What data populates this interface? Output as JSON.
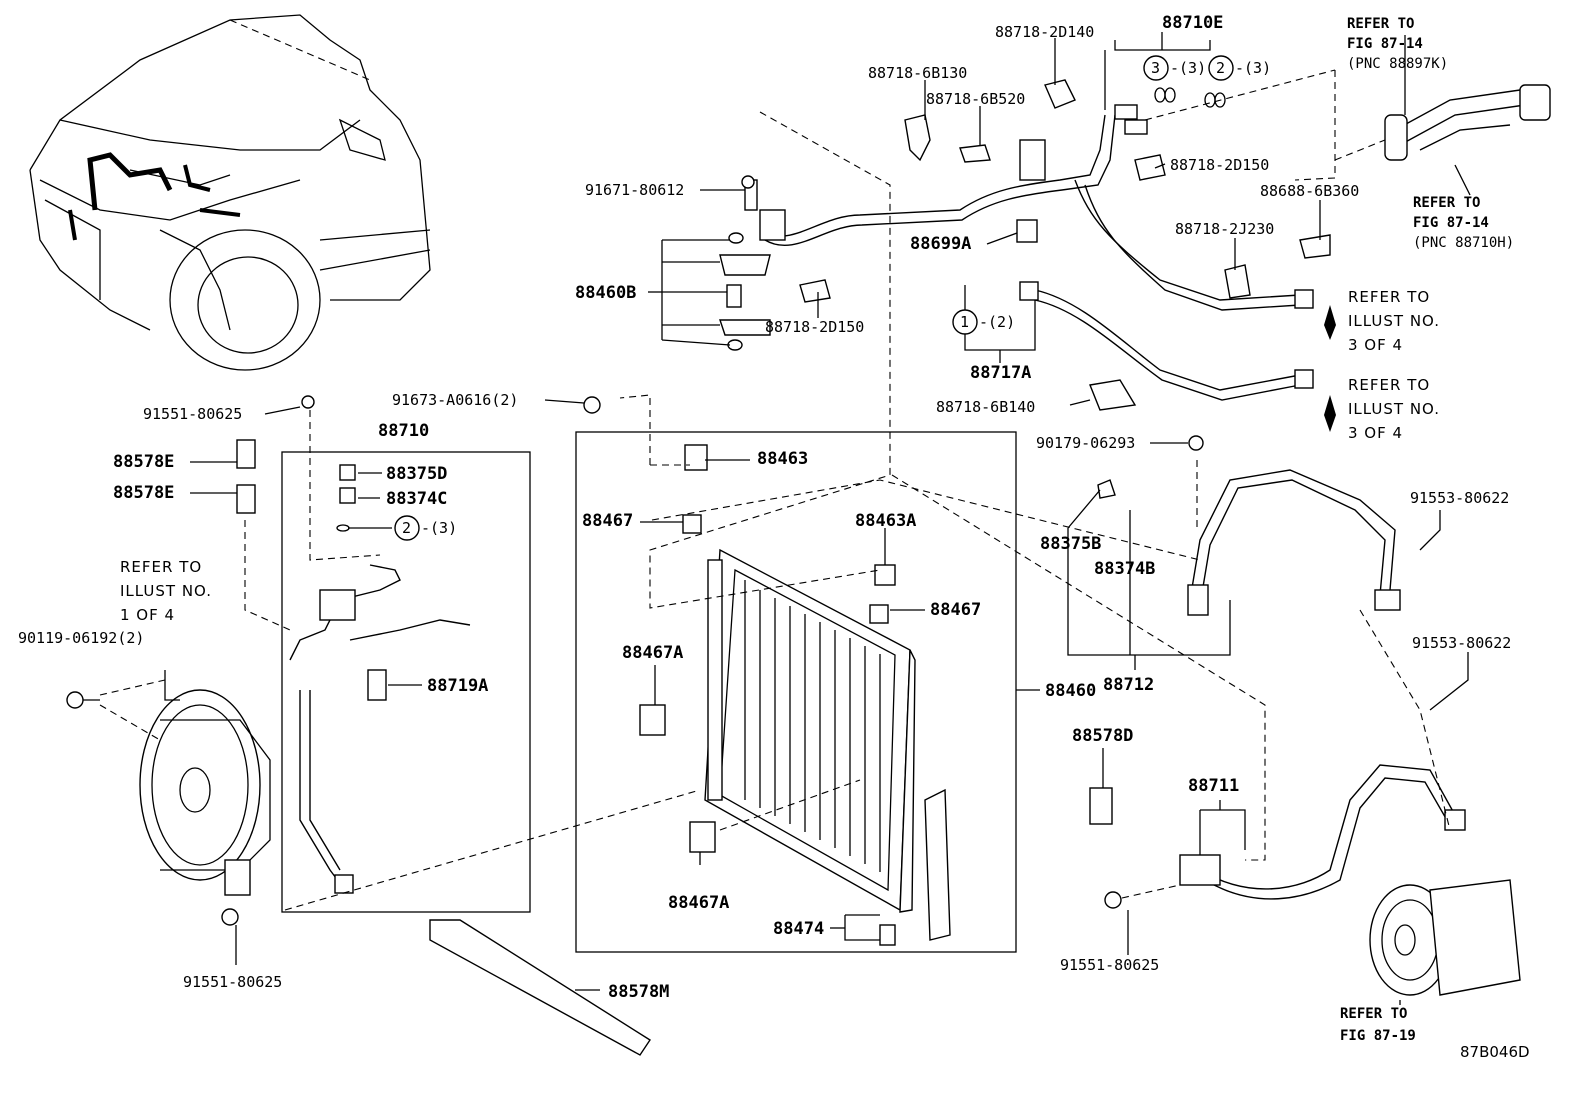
{
  "diagram": {
    "figure_code": "87B046D",
    "labels": {
      "p887182D140": "88718-2D140",
      "p88710E": "88710E",
      "p887186B130": "88718-6B130",
      "p887186B520": "88718-6B520",
      "p887182D150_top": "88718-2D150",
      "p886886B360": "88688-6B360",
      "p887182J230": "88718-2J230",
      "p9167180612": "91671-80612",
      "p88699A": "88699A",
      "p88460B": "88460B",
      "p887182D150_mid": "88718-2D150",
      "p88717A": "88717A",
      "p887186B140": "88718-6B140",
      "p91673A0616": "91673-A0616(2)",
      "p9155180625_top": "91551-80625",
      "p88710": "88710",
      "p88578E_a": "88578E",
      "p88578E_b": "88578E",
      "p88375D": "88375D",
      "p88374C": "88374C",
      "p88463": "88463",
      "p88467_top": "88467",
      "p88463A": "88463A",
      "p88467_mid": "88467",
      "p88467A_top": "88467A",
      "p88719A": "88719A",
      "p88460": "88460",
      "p9011906192": "90119-06192(2)",
      "p9017906293": "90179-06293",
      "p88375B": "88375B",
      "p88374B": "88374B",
      "p88712": "88712",
      "p9155380622_a": "91553-80622",
      "p9155380622_b": "91553-80622",
      "p88578D": "88578D",
      "p88711": "88711",
      "p88467A_bot": "88467A",
      "p88474": "88474",
      "p9155180625_left": "91551-80625",
      "p9155180625_right": "91551-80625",
      "p88578M": "88578M"
    },
    "callouts": {
      "c3": "3",
      "c3q": "-(3)",
      "c2": "2",
      "c2q": "-(3)",
      "c1": "1",
      "c1q": "-(2)",
      "c2b": "2",
      "c2bq": "-(3)"
    },
    "references": {
      "ref_fig_a_1": "REFER TO",
      "ref_fig_a_2": "FIG 87-14",
      "ref_fig_a_3": "(PNC 88897K)",
      "ref_fig_b_1": "REFER TO",
      "ref_fig_b_2": "FIG 87-14",
      "ref_fig_b_3": "(PNC 88710H)",
      "ref_ill_a_1": "REFER TO",
      "ref_ill_a_2": "ILLUST NO.",
      "ref_ill_a_3": "3 OF 4",
      "ref_ill_b_1": "REFER TO",
      "ref_ill_b_2": "ILLUST NO.",
      "ref_ill_b_3": "3 OF 4",
      "ref_ill_c_1": "REFER TO",
      "ref_ill_c_2": "ILLUST NO.",
      "ref_ill_c_3": "1 OF 4",
      "ref_fig_c_1": "REFER TO",
      "ref_fig_c_2": "FIG 87-19"
    }
  }
}
